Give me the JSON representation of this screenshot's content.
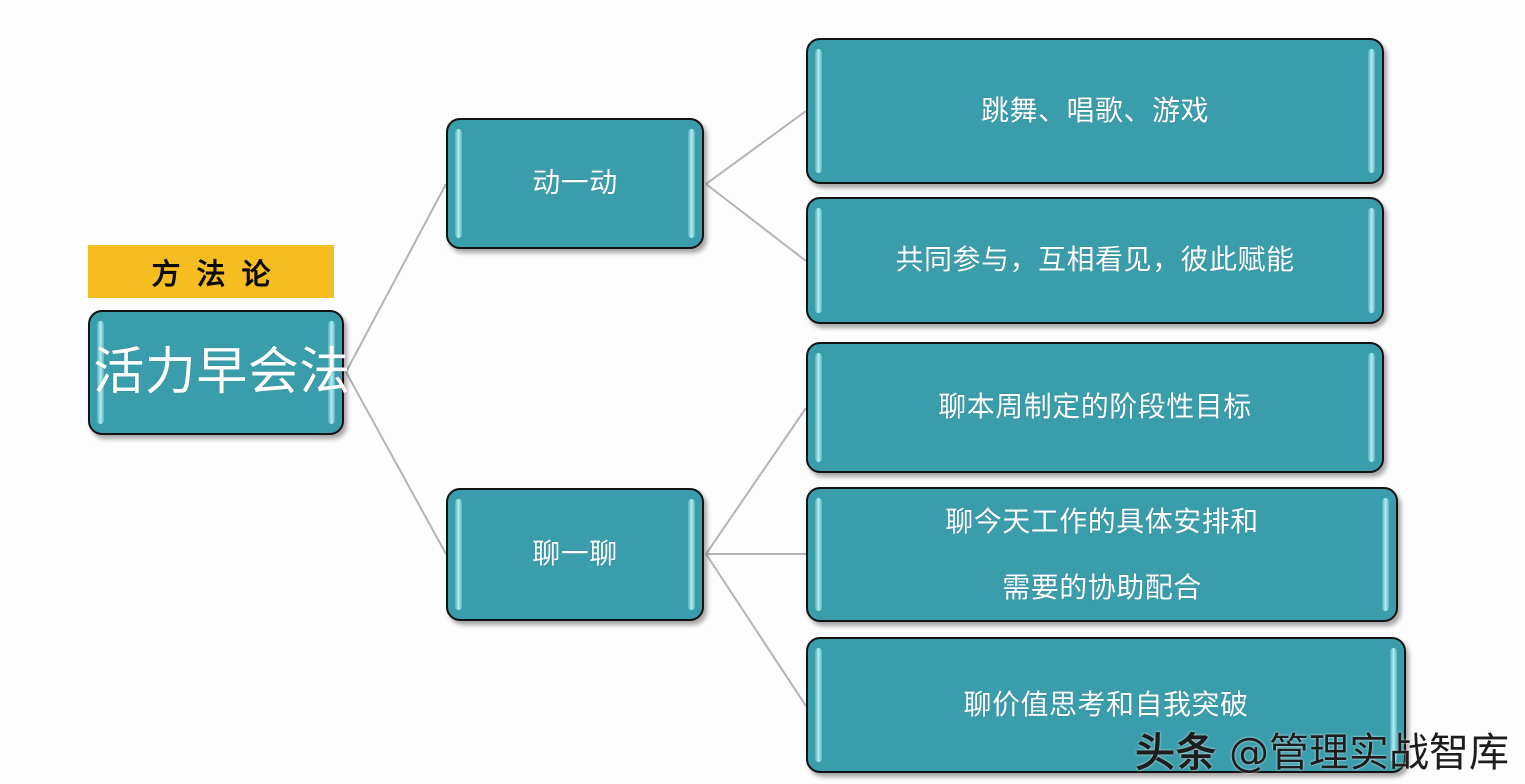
{
  "meta": {
    "background_color": "#fdfdfd",
    "accent_teal": "#3a9dab",
    "accent_yellow": "#f5bd1f",
    "border_color": "#121212",
    "connector_color": "#b4b4b4",
    "text_color": "#ffffff"
  },
  "root": {
    "banner_label": "方法论",
    "title": "活力早会法"
  },
  "branches": [
    {
      "label": "动一动",
      "children": [
        "跳舞、唱歌、游戏",
        "共同参与，互相看见，彼此赋能"
      ]
    },
    {
      "label": "聊一聊",
      "children": [
        "聊本周制定的阶段性目标",
        "聊今天工作的具体安排和\n需要的协助配合",
        "聊价值思考和自我突破"
      ]
    }
  ],
  "leaves": [
    "跳舞、唱歌、游戏",
    "共同参与，互相看见，彼此赋能",
    "聊本周制定的阶段性目标",
    "聊今天工作的具体安排和\n需要的协助配合",
    "聊价值思考和自我突破"
  ],
  "watermark": {
    "brand": "头条",
    "handle": "@管理实战智库"
  }
}
